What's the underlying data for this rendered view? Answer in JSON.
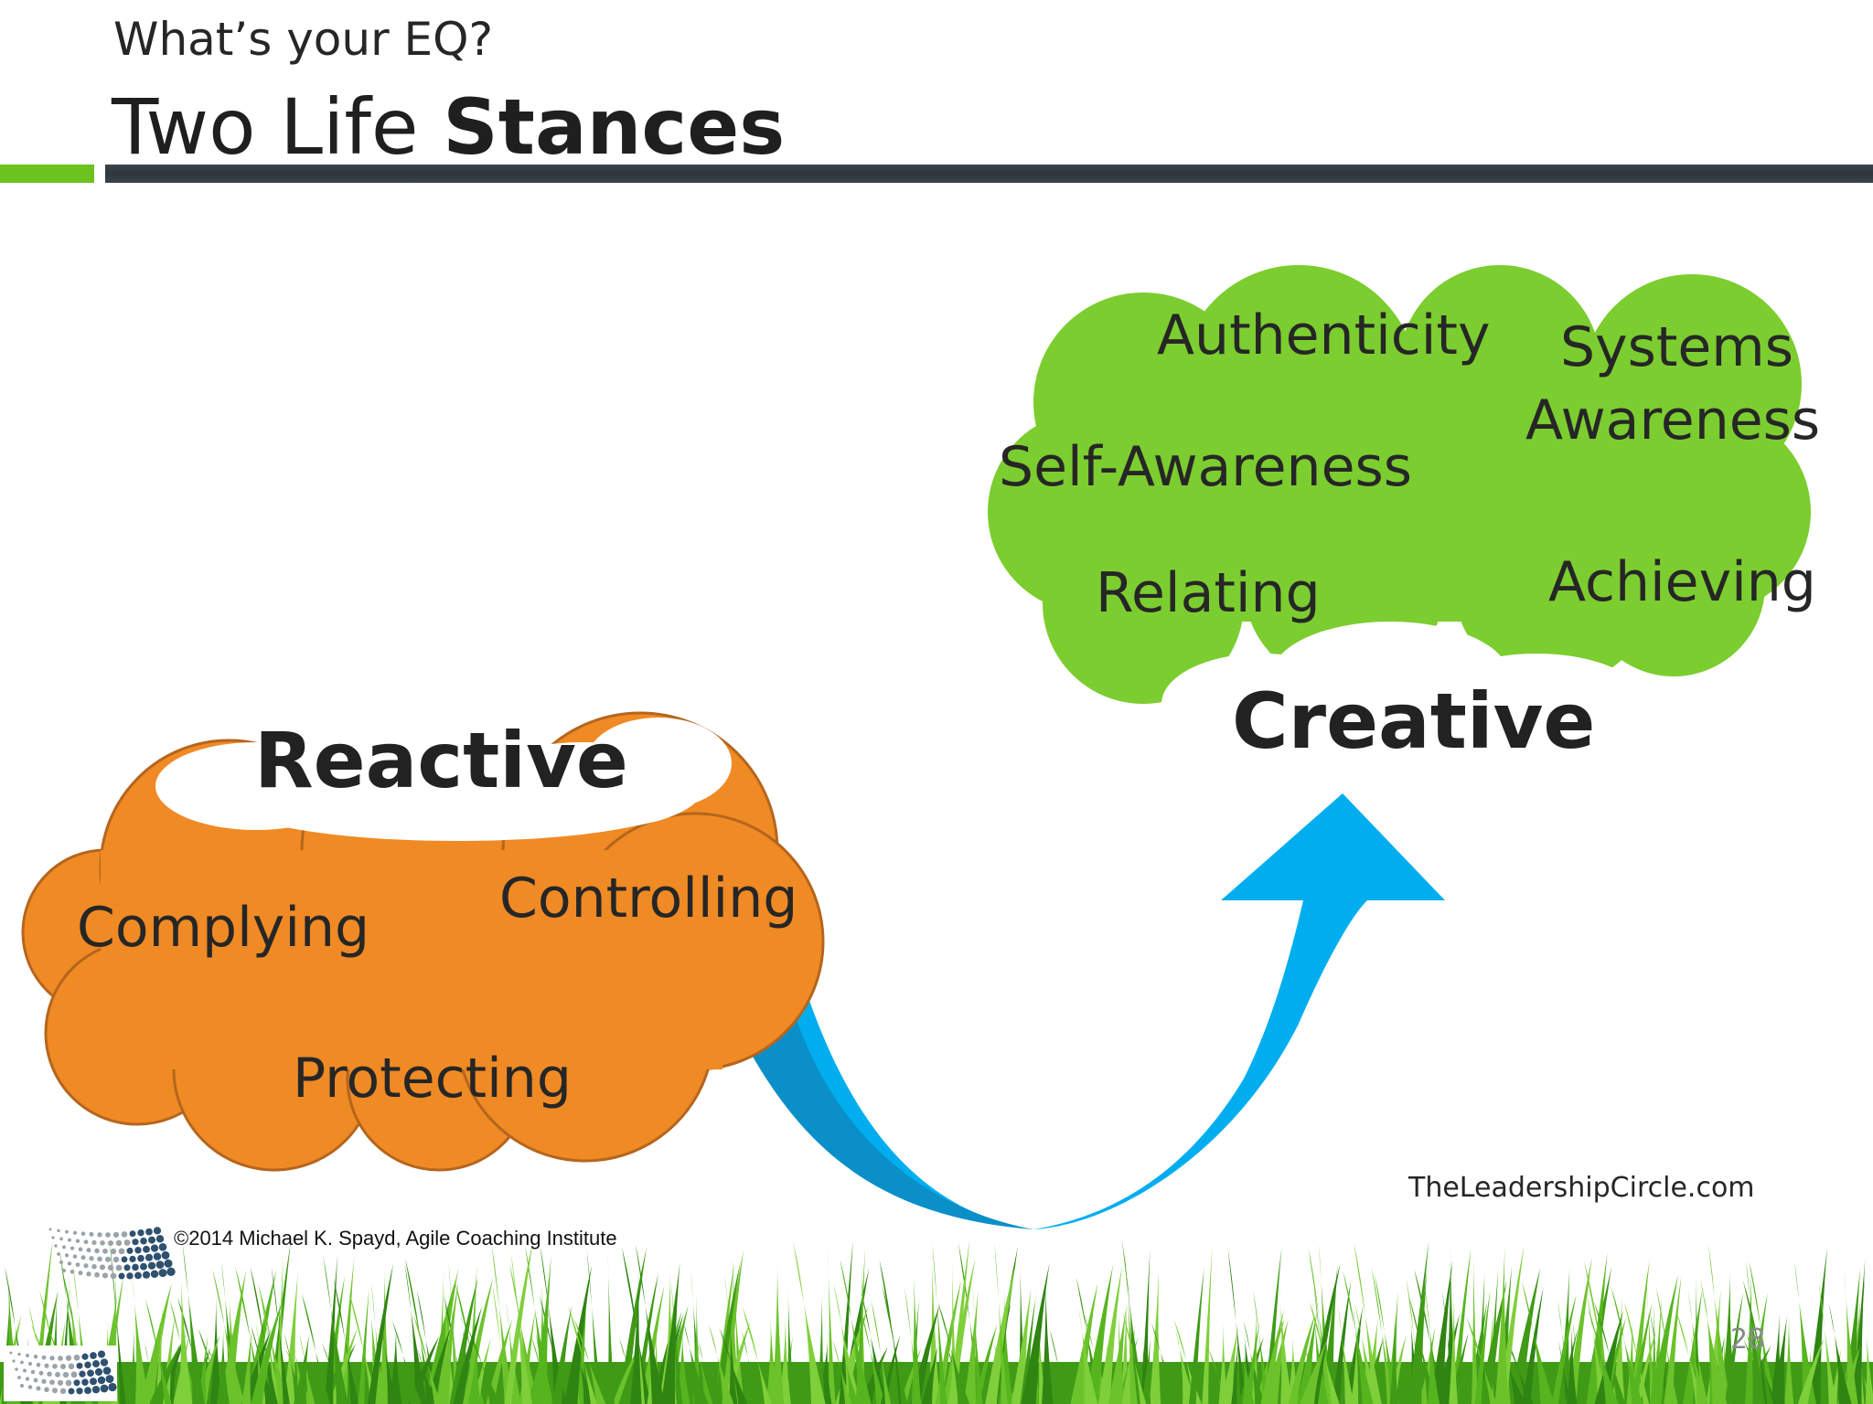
{
  "header": {
    "subtitle": "What’s your EQ?",
    "title_regular": "Two Life ",
    "title_bold": "Stances"
  },
  "colors": {
    "accent_green": "#6cc21f",
    "header_bar": "#353d44",
    "reactive_cloud": "#f08a24",
    "creative_cloud": "#7ccd2f",
    "arrow": "#00aeef",
    "grass": "#4caf1a"
  },
  "reactive": {
    "heading": "Reactive",
    "items": [
      "Complying",
      "Controlling",
      "Protecting"
    ]
  },
  "creative": {
    "heading": "Creative",
    "items": [
      "Authenticity",
      "Systems",
      "Awareness",
      "Self-Awareness",
      "Relating",
      "Achieving"
    ]
  },
  "arrow": {
    "icon": "curved-arrow-icon",
    "meaning": "Reactive to Creative"
  },
  "footer": {
    "source_url": "TheLeadershipCircle.com",
    "copyright": "©2014 Michael K. Spayd, Agile Coaching Institute",
    "page_number": "28",
    "logo_icon": "agile-coaching-institute-logo-icon"
  }
}
